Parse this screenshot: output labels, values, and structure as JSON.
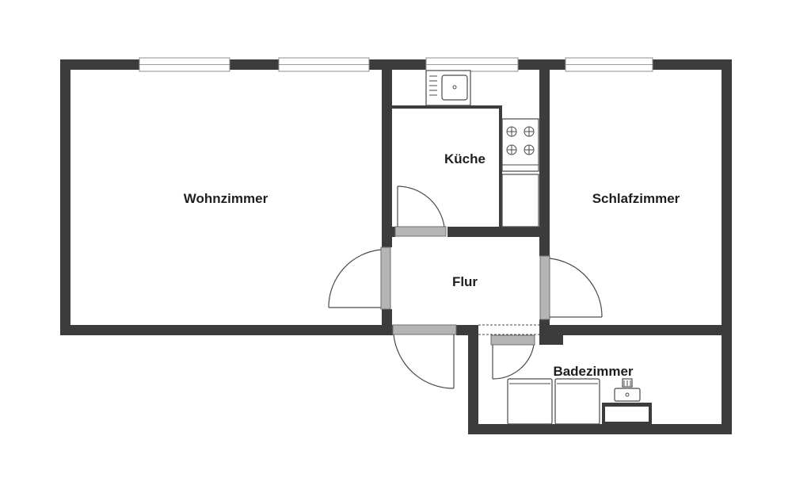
{
  "rooms": {
    "living": "Wohnzimmer",
    "kitchen": "Küche",
    "bedroom": "Schlafzimmer",
    "hall": "Flur",
    "bath": "Badezimmer"
  }
}
